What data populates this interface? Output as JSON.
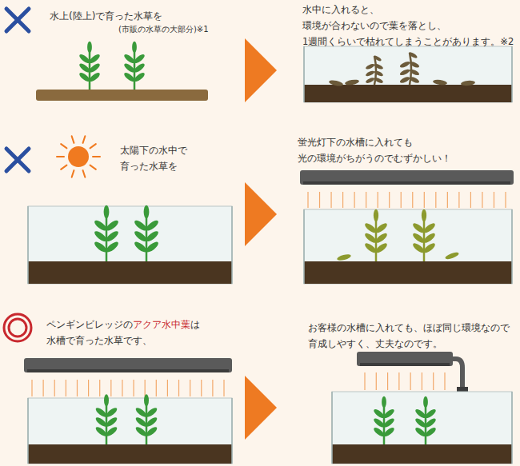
{
  "diagram": {
    "labels": [
      "水上(陸上)で育った水草を",
      "(市販の水草の大部分)※1",
      "水中に入れると、環境が合わないので葉を落とし、 1週間くらいで枯れてしまうことがあります。※2",
      "太陽下の水中で 育った水草を",
      "蛍光灯下の水槽に入れても 光の環境がちがうのでむずかしい！",
      "ペンギンビレッジのアクア水中葉は 水槽で育った水草です、",
      "お客様の水槽に入れても、ほぼ同じ環境なので 育成しやすく、丈夫なのです。"
    ]
  }
}
